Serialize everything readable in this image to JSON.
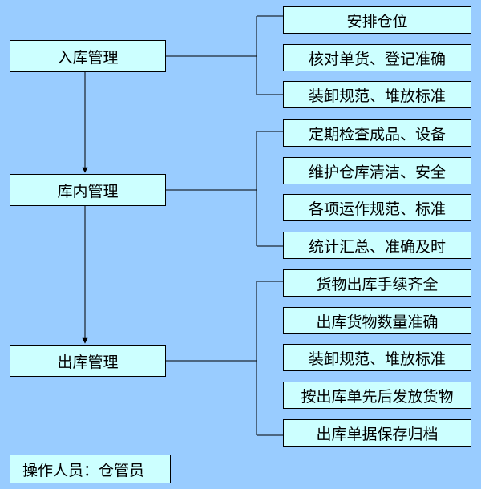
{
  "stages": [
    {
      "label": "入库管理",
      "tasks": [
        "安排仓位",
        "核对单货、登记准确",
        "装卸规范、堆放标准"
      ]
    },
    {
      "label": "库内管理",
      "tasks": [
        "定期检查成品、设备",
        "维护仓库清洁、安全",
        "各项运作规范、标准",
        "统计汇总、准确及时"
      ]
    },
    {
      "label": "出库管理",
      "tasks": [
        "货物出库手续齐全",
        "出库货物数量准确",
        "装卸规范、堆放标准",
        "按出库单先后发放货物",
        "出库单据保存归档"
      ]
    }
  ],
  "footer": {
    "operator": "操作人员：仓管员"
  },
  "colors": {
    "background": "#99ccff",
    "box_fill": "#ccffff",
    "line": "#000000"
  }
}
